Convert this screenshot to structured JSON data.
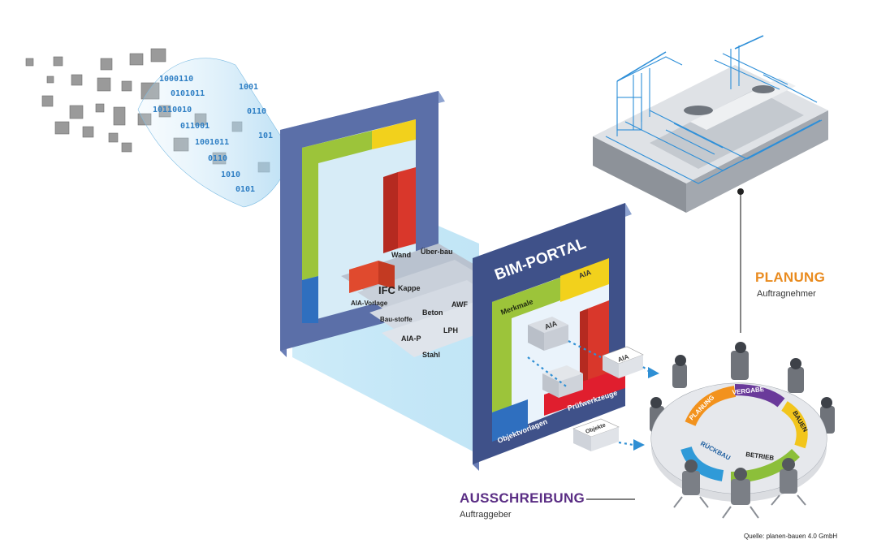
{
  "colors": {
    "frame_blue": "#5b6fa8",
    "frame_dark": "#3f5189",
    "lime": "#9cc43a",
    "yellow": "#f2d11c",
    "red": "#d9372b",
    "planung_orange": "#e98b1f",
    "ausschreibung_purple": "#5a2d84",
    "data_blue": "#3c8fd4"
  },
  "portal": {
    "title": "BIM-PORTAL",
    "aia_label": "AIA",
    "merkmale_label": "Merkmale",
    "objektvorlagen_label": "Objektvorlagen",
    "pruefwerkzeuge_label": "Prüfwerkzeuge",
    "aia_box_inner": "AIA",
    "aia_box_out": "AIA",
    "objekte_box": "Objekte"
  },
  "grid_blocks": [
    "Wand",
    "Über-bau",
    "IFC",
    "Kappe",
    "AIA-Vorlage",
    "Bau-stoffe",
    "Beton",
    "AWF",
    "AIA-P",
    "LPH",
    "Stahl"
  ],
  "planung": {
    "title": "PLANUNG",
    "subtitle": "Auftragnehmer"
  },
  "ausschreibung": {
    "title": "AUSSCHREIBUNG",
    "subtitle": "Auftraggeber"
  },
  "cycle": {
    "phases": [
      "PLANUNG",
      "VERGABE",
      "BAUEN",
      "BETRIEB",
      "RÜCKBAU"
    ]
  },
  "source_note": "Quelle: planen-bauen 4.0 GmbH"
}
